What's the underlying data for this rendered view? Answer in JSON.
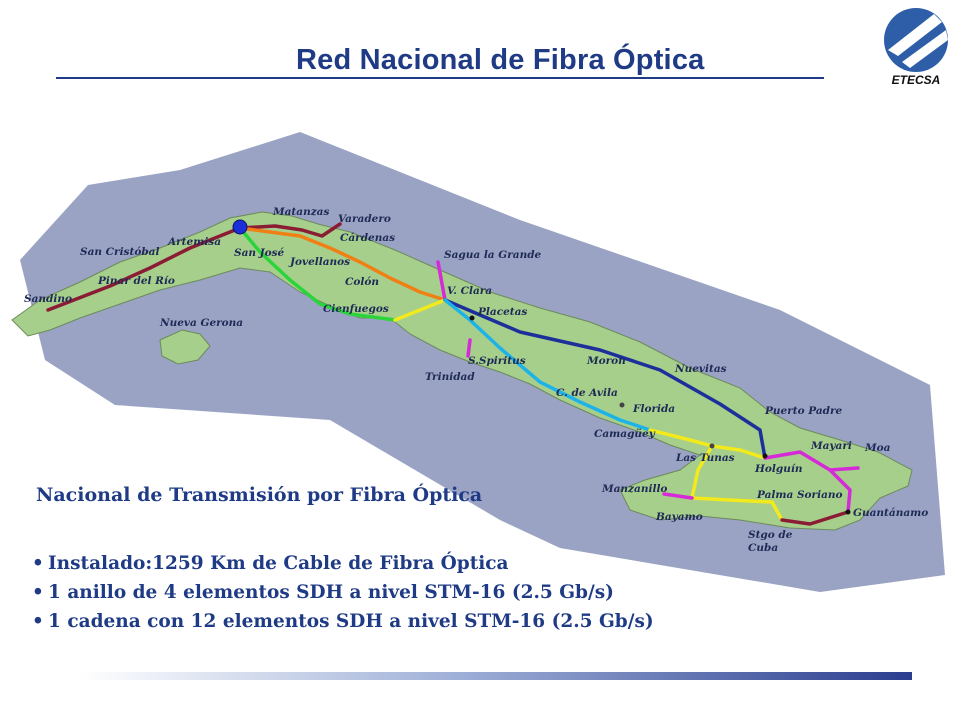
{
  "title": "Red Nacional de Fibra Óptica",
  "logo": {
    "text": "ETECSA"
  },
  "cities": {
    "matanzas": "Matanzas",
    "varadero": "Varadero",
    "cardenas": "Cárdenas",
    "artemisa": "Artemisa",
    "san_cristobal": "San Cristóbal",
    "san_jose": "San José",
    "jovellanos": "Jovellanos",
    "pinar": "Pinar del Río",
    "sandino": "Sandino",
    "colon": "Colón",
    "sagua": "Sagua la Grande",
    "vclara": "V. Clara",
    "cienfuegos": "Cienfuegos",
    "placetas": "Placetas",
    "nueva_gerona": "Nueva Gerona",
    "sspiritus": "S.Spiritus",
    "trinidad": "Trinidad",
    "moron": "Moron",
    "nuevitas": "Nuevitas",
    "cavila": "C. de Avila",
    "florida": "Florida",
    "puerto_padre": "Puerto Padre",
    "camaguey": "Camagüey",
    "mayari": "Mayari",
    "moa": "Moa",
    "las_tunas": "Las Tunas",
    "holguin": "Holguín",
    "manzanillo": "Manzanillo",
    "palma": "Palma Soriano",
    "guantanamo": "Guantánamo",
    "bayamo": "Bayamo",
    "stgo_1": "Stgo de",
    "stgo_2": "Cuba"
  },
  "heading": "Nacional de Transmisión por Fibra Óptica",
  "bullets": [
    "Instalado:1259 Km de Cable de Fibra Óptica",
    "1 anillo de 4 elementos SDH a nivel STM-16 (2.5 Gb/s)",
    "1 cadena con 12 elementos SDH a nivel STM-16 (2.5 Gb/s)"
  ],
  "bullet_symbol": "•",
  "colors": {
    "title": "#1f3b86",
    "sea": "#9aa3c4",
    "land": "#a6cf8c",
    "route_orange": "#f07f14",
    "route_darkred": "#8a1c34",
    "route_green": "#2bd43a",
    "route_yellow": "#f2ea1c",
    "route_cyan": "#1db3e8",
    "route_navy": "#1c2f9a",
    "route_magenta": "#d62ad8"
  }
}
